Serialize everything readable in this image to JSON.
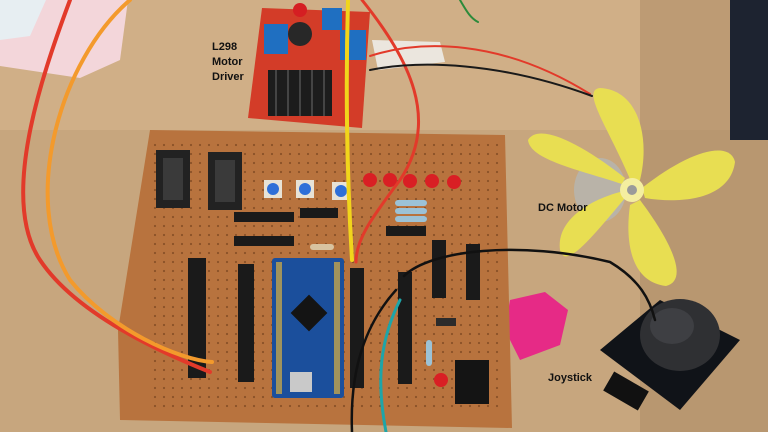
{
  "labels": {
    "l298_line1": "L298",
    "l298_line2": "Motor",
    "l298_line3": "Driver",
    "dc_motor": "DC Motor",
    "joystick": "Joystick"
  },
  "colors": {
    "table": "#c7a67e",
    "pcb": "#b8733e",
    "driver_board": "#d33c28",
    "heatsink": "#1c1c1c",
    "fan_blade": "#e8de52",
    "arduino": "#1b4f9c",
    "wire_red": "#e23a2a",
    "wire_orange": "#f39a2c",
    "wire_yellow": "#f1d51b",
    "wire_teal": "#1ea5a8",
    "magenta_paper": "#e62a86",
    "joystick_cap": "#2f3033"
  },
  "photo": {
    "subjects": [
      "pcb-board",
      "l298-driver",
      "dc-motor-fan",
      "arduino-nano",
      "joystick-module"
    ]
  }
}
